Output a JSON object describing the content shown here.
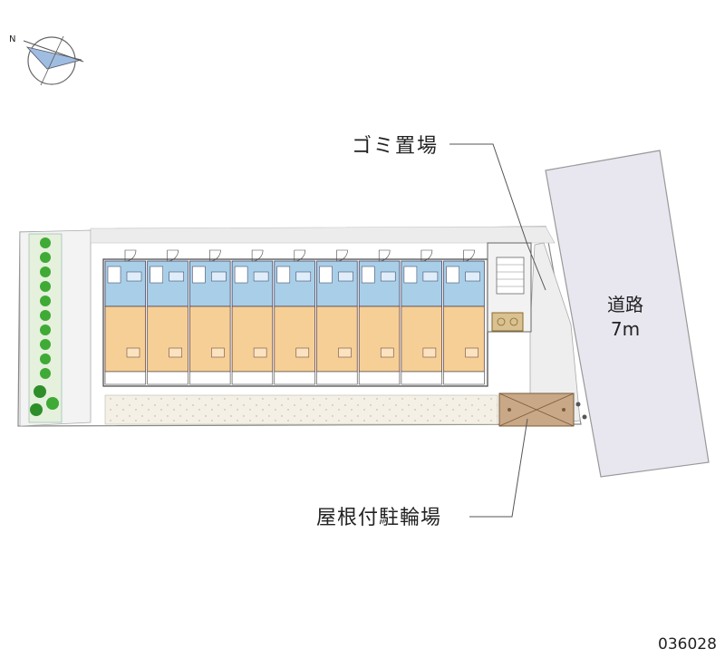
{
  "labels": {
    "garbage": "ゴミ置場",
    "road_name": "道路",
    "road_width": "7m",
    "bicycle": "屋根付駐輪場",
    "code": "036028"
  },
  "compass": {
    "north_mark": "N"
  },
  "colors": {
    "room_blue": "#a9cfe8",
    "room_tan": "#f6cf96",
    "road": "#e8e6ef",
    "gravel": "#f4f0e6",
    "tree": "#3faa35",
    "parking": "#c8a887"
  },
  "units": {
    "count": 9
  }
}
